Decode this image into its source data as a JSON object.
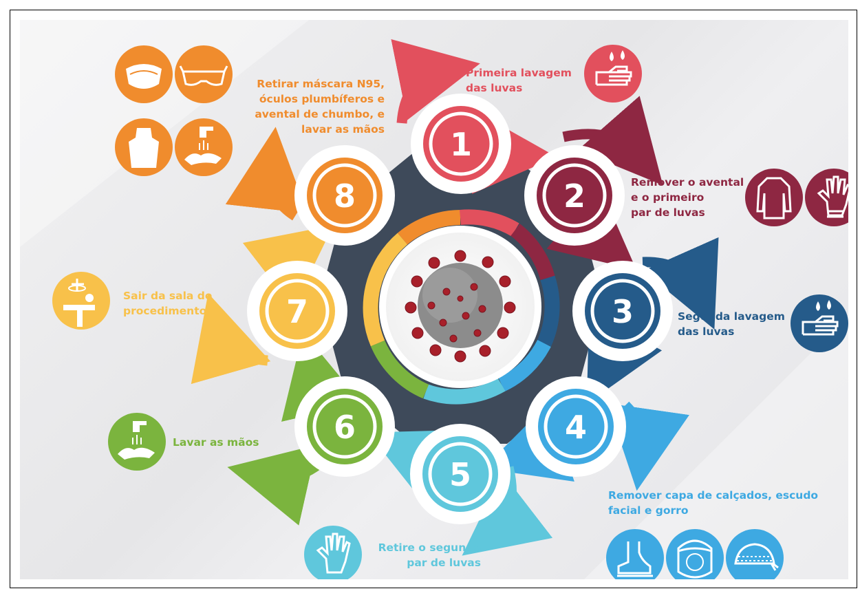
{
  "colors": {
    "step1": "#e2505d",
    "step2": "#8e2742",
    "step3": "#255b8a",
    "step4": "#3ea9e2",
    "step5": "#5fc7dc",
    "step6": "#7bb43e",
    "step7": "#f8c14a",
    "step8": "#f08c2d",
    "hub": "#3e4a5a"
  },
  "steps": [
    {
      "number": "1",
      "text": [
        "Primeira lavagem",
        "das luvas"
      ],
      "icons": [
        "hand-drops-icon"
      ]
    },
    {
      "number": "2",
      "text": [
        "Remover o avental",
        "e o primeiro",
        "par de luvas"
      ],
      "icons": [
        "gown-icon",
        "glove-icon"
      ]
    },
    {
      "number": "3",
      "text": [
        "Segunda lavagem",
        "das luvas"
      ],
      "icons": [
        "hand-drops-icon"
      ]
    },
    {
      "number": "4",
      "text": [
        "Remover capa de calçados, escudo",
        "facial e gorro"
      ],
      "icons": [
        "shoe-cover-icon",
        "face-shield-icon",
        "cap-icon"
      ]
    },
    {
      "number": "5",
      "text": [
        "Retire o segundo",
        "par de luvas"
      ],
      "icons": [
        "glove-icon"
      ]
    },
    {
      "number": "6",
      "text": [
        "Lavar as mãos"
      ],
      "icons": [
        "handwash-faucet-icon"
      ]
    },
    {
      "number": "7",
      "text": [
        "Sair da sala de",
        "procedimento"
      ],
      "icons": [
        "procedure-room-icon"
      ]
    },
    {
      "number": "8",
      "text": [
        "Retirar máscara N95,",
        "óculos plumbíferos e",
        "avental de chumbo, e",
        "lavar as mãos"
      ],
      "icons": [
        "n95-mask-icon",
        "goggles-icon",
        "lead-apron-icon",
        "handwash-faucet-icon"
      ]
    }
  ]
}
